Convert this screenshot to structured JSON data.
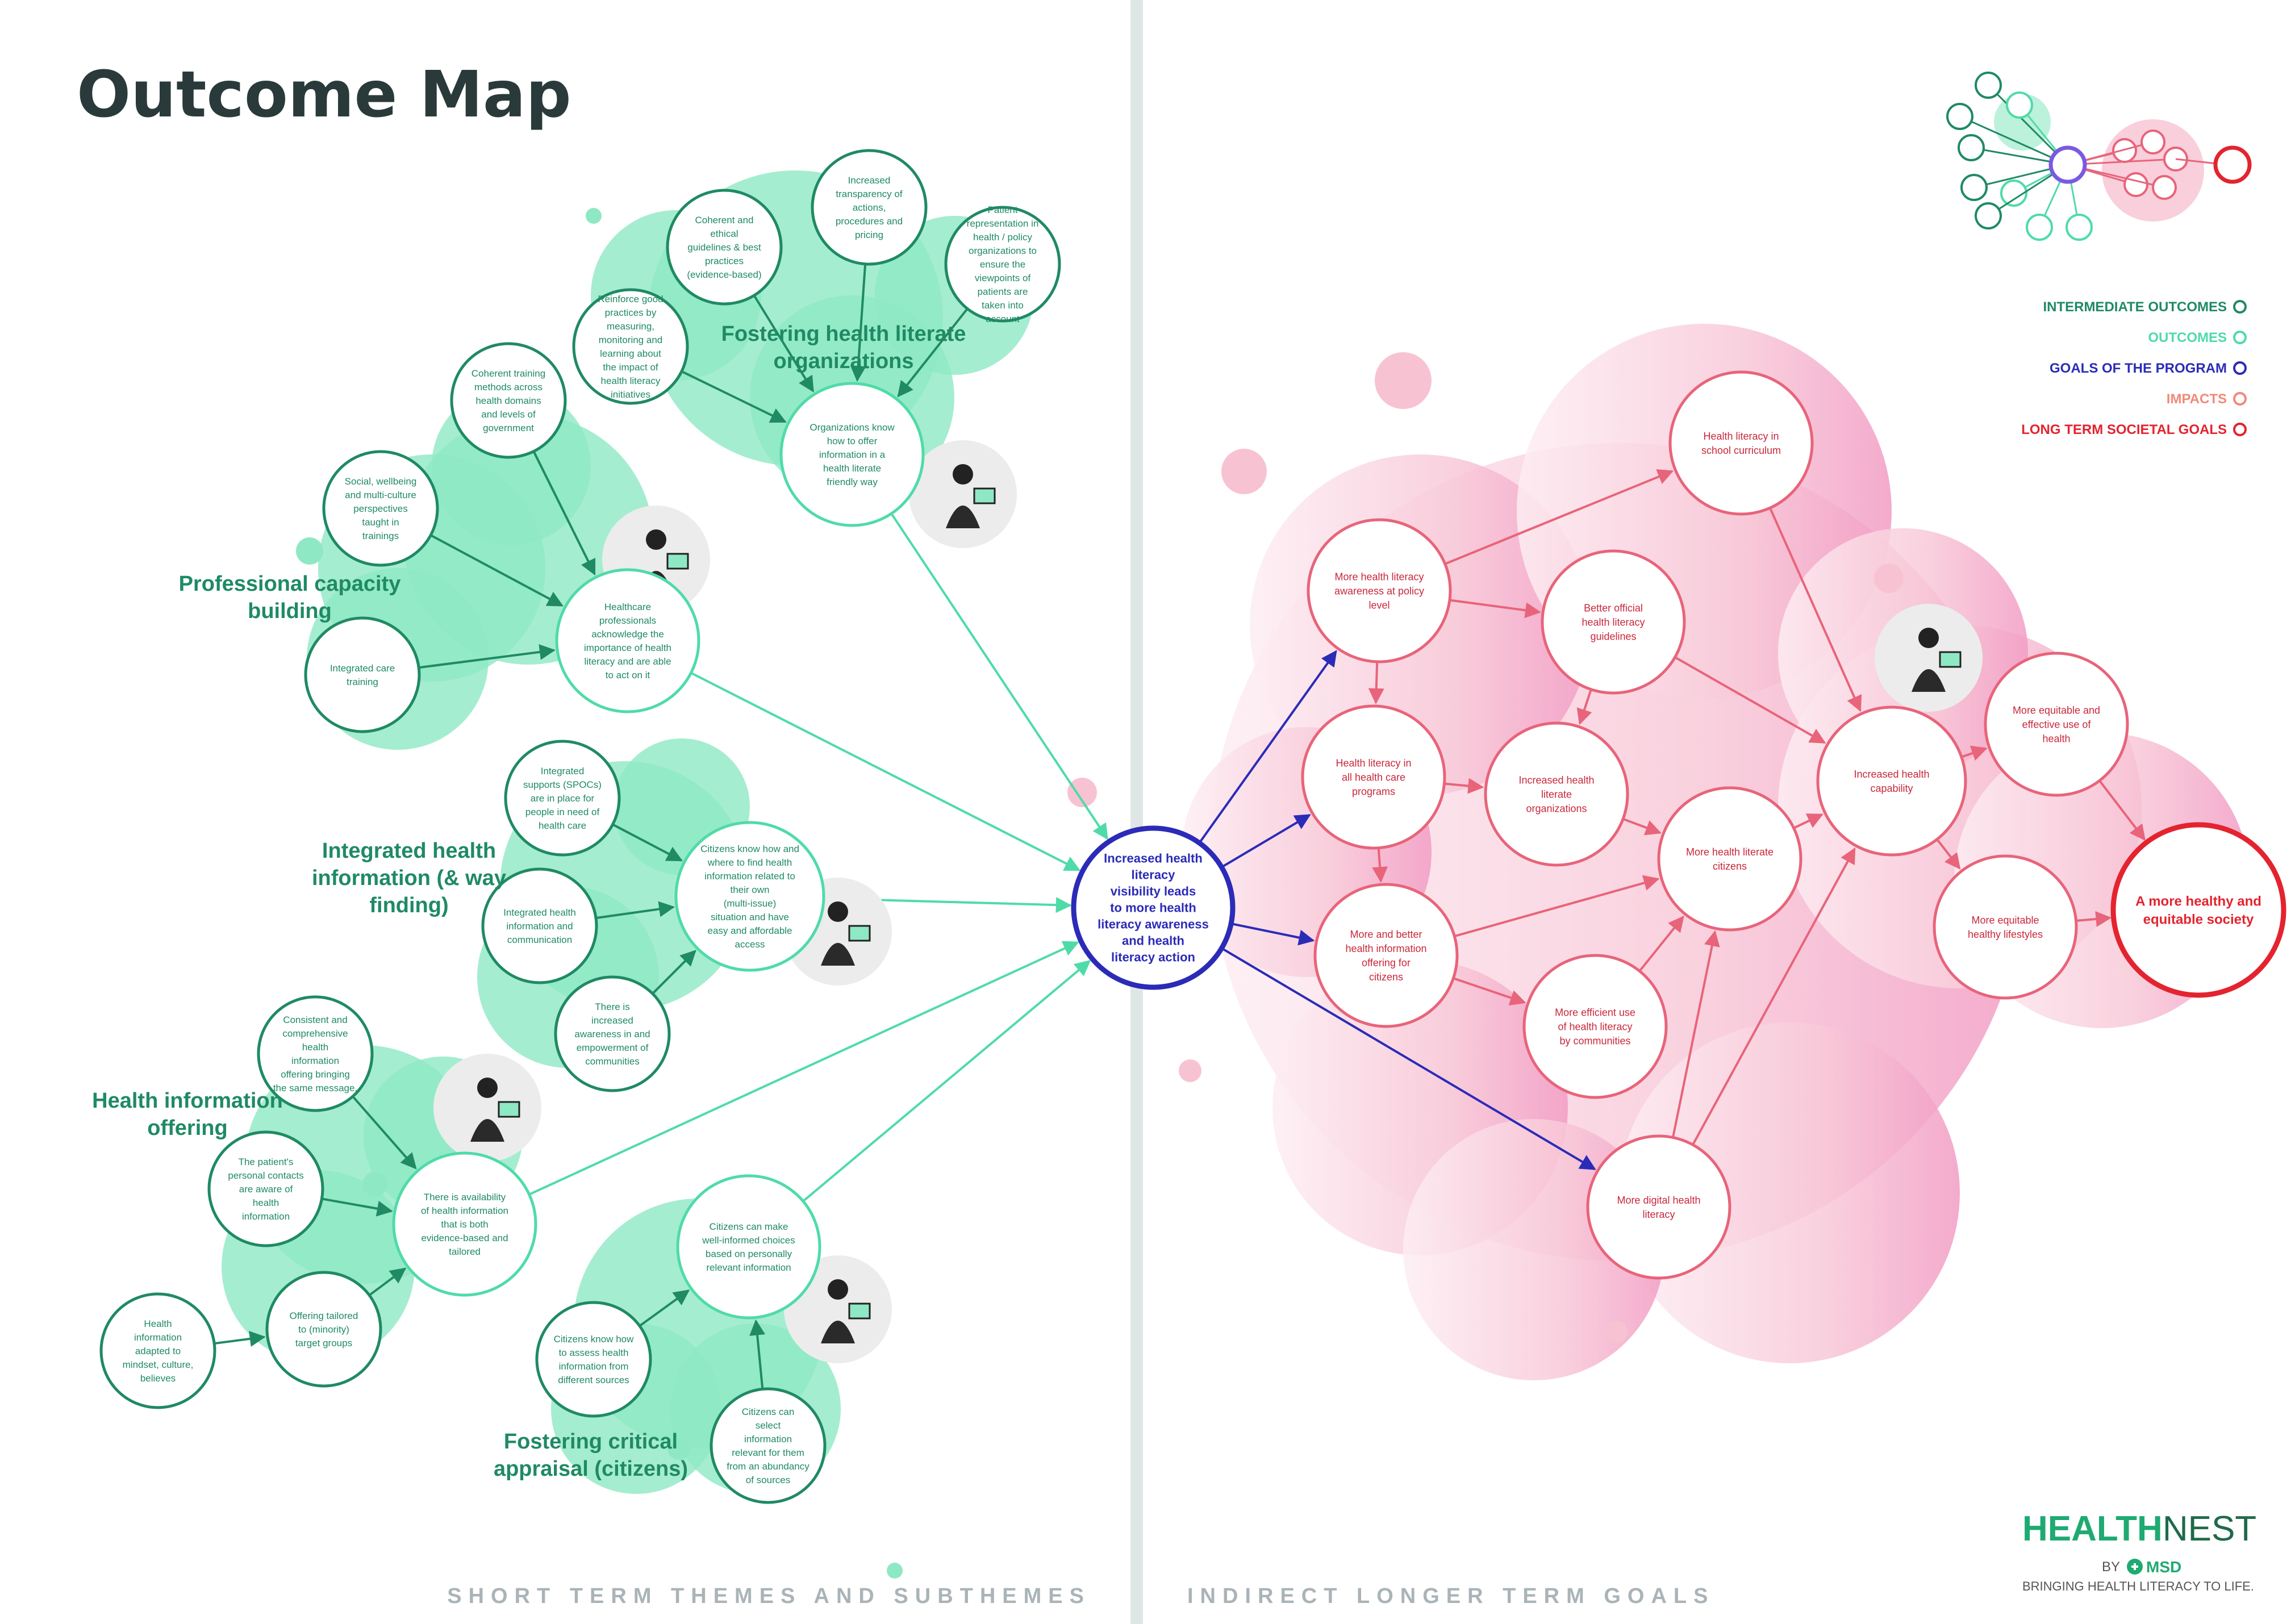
{
  "title": "Outcome Map",
  "colors": {
    "intermediate": "#1f8a64",
    "outcome": "#4fdba8",
    "goal": "#2b2bb8",
    "impact": "#f08a7a",
    "pink": "#e8647a",
    "longterm": "#e3242f",
    "blob_green": "#8fe8c4",
    "blob_pink": "#f7c3d3",
    "divider": "#dfe6e6",
    "footer_text": "#aab4b8"
  },
  "themes": {
    "organizations": "Fostering health literate organizations",
    "professional": "Professional capacity building",
    "integrated": "Integrated health information (& way finding)",
    "offering": "Health information offering",
    "critical": "Fostering critical appraisal (citizens)"
  },
  "nodes": {
    "org_guidelines": "Coherent and ethical guidelines & best practices (evidence-based)",
    "org_transparency": "Increased transparency of actions, procedures and pricing",
    "org_patient_rep": "Patient representation in health / policy organizations to ensure the viewpoints of patients are taken into account",
    "org_reinforce": "Reinforce good practices by measuring, monitoring and learning about the impact of health literacy initiatives",
    "org_outcome": "Organizations know how to offer information in a health literate friendly way",
    "prof_training_methods": "Coherent training methods across health domains and levels of government",
    "prof_social": "Social, wellbeing and multi-culture perspectives taught in trainings",
    "prof_integrated_care": "Integrated care training",
    "prof_outcome": "Healthcare professionals acknowledge the importance of health literacy and are able to act on it",
    "int_spocs": "Integrated supports (SPOCs) are in place for people in need of health care",
    "int_comm": "Integrated health information and communication",
    "int_awareness": "There is increased awareness in and empowerment of communities",
    "int_outcome": "Citizens know how and where to find health information related to their own (multi-issue) situation and have easy and affordable access",
    "off_consistent": "Consistent and comprehensive health information offering bringing the same message.",
    "off_contacts": "The patient's personal contacts are aware of health information",
    "off_adapted": "Health information adapted to mindset, culture, believes",
    "off_tailored": "Offering tailored to (minority) target groups",
    "off_outcome": "There is availability of health information that is both evidence-based and tailored",
    "crit_outcome": "Citizens can make well-informed choices based on personally relevant information",
    "crit_assess": "Citizens know how to assess health information from different sources",
    "crit_select": "Citizens can select information relevant for them from an abundancy of sources",
    "goal": "Increased health literacy visibility leads to more health literacy awareness and health literacy action",
    "imp_policy": "More health literacy awareness at policy level",
    "imp_care_programs": "Health literacy in all health care programs",
    "imp_info_offering": "More and better health information offering for citizens",
    "imp_school": "Health literacy in school curriculum",
    "imp_guidelines": "Better official health literacy guidelines",
    "imp_orgs": "Increased health literate organizations",
    "imp_citizens": "More health literate citizens",
    "imp_communities": "More efficient use of health literacy by communities",
    "imp_digital": "More digital health literacy",
    "imp_capability": "Increased health capability",
    "imp_equitable_use": "More equitable and effective use of health",
    "imp_lifestyles": "More equitable healthy lifestyles",
    "longterm": "A more healthy and equitable society"
  },
  "legend": {
    "intermediate": "INTERMEDIATE OUTCOMES",
    "outcomes": "OUTCOMES",
    "goals": "GOALS OF THE PROGRAM",
    "impacts": "IMPACTS",
    "longterm": "LONG TERM SOCIETAL GOALS"
  },
  "footer": {
    "left": "SHORT TERM THEMES AND SUBTHEMES",
    "right": "INDIRECT LONGER TERM GOALS"
  },
  "brand": {
    "name_bold": "HEALTH",
    "name_light": "NEST",
    "by": "BY",
    "company": "MSD",
    "tagline": "BRINGING HEALTH LITERACY TO LIFE."
  }
}
